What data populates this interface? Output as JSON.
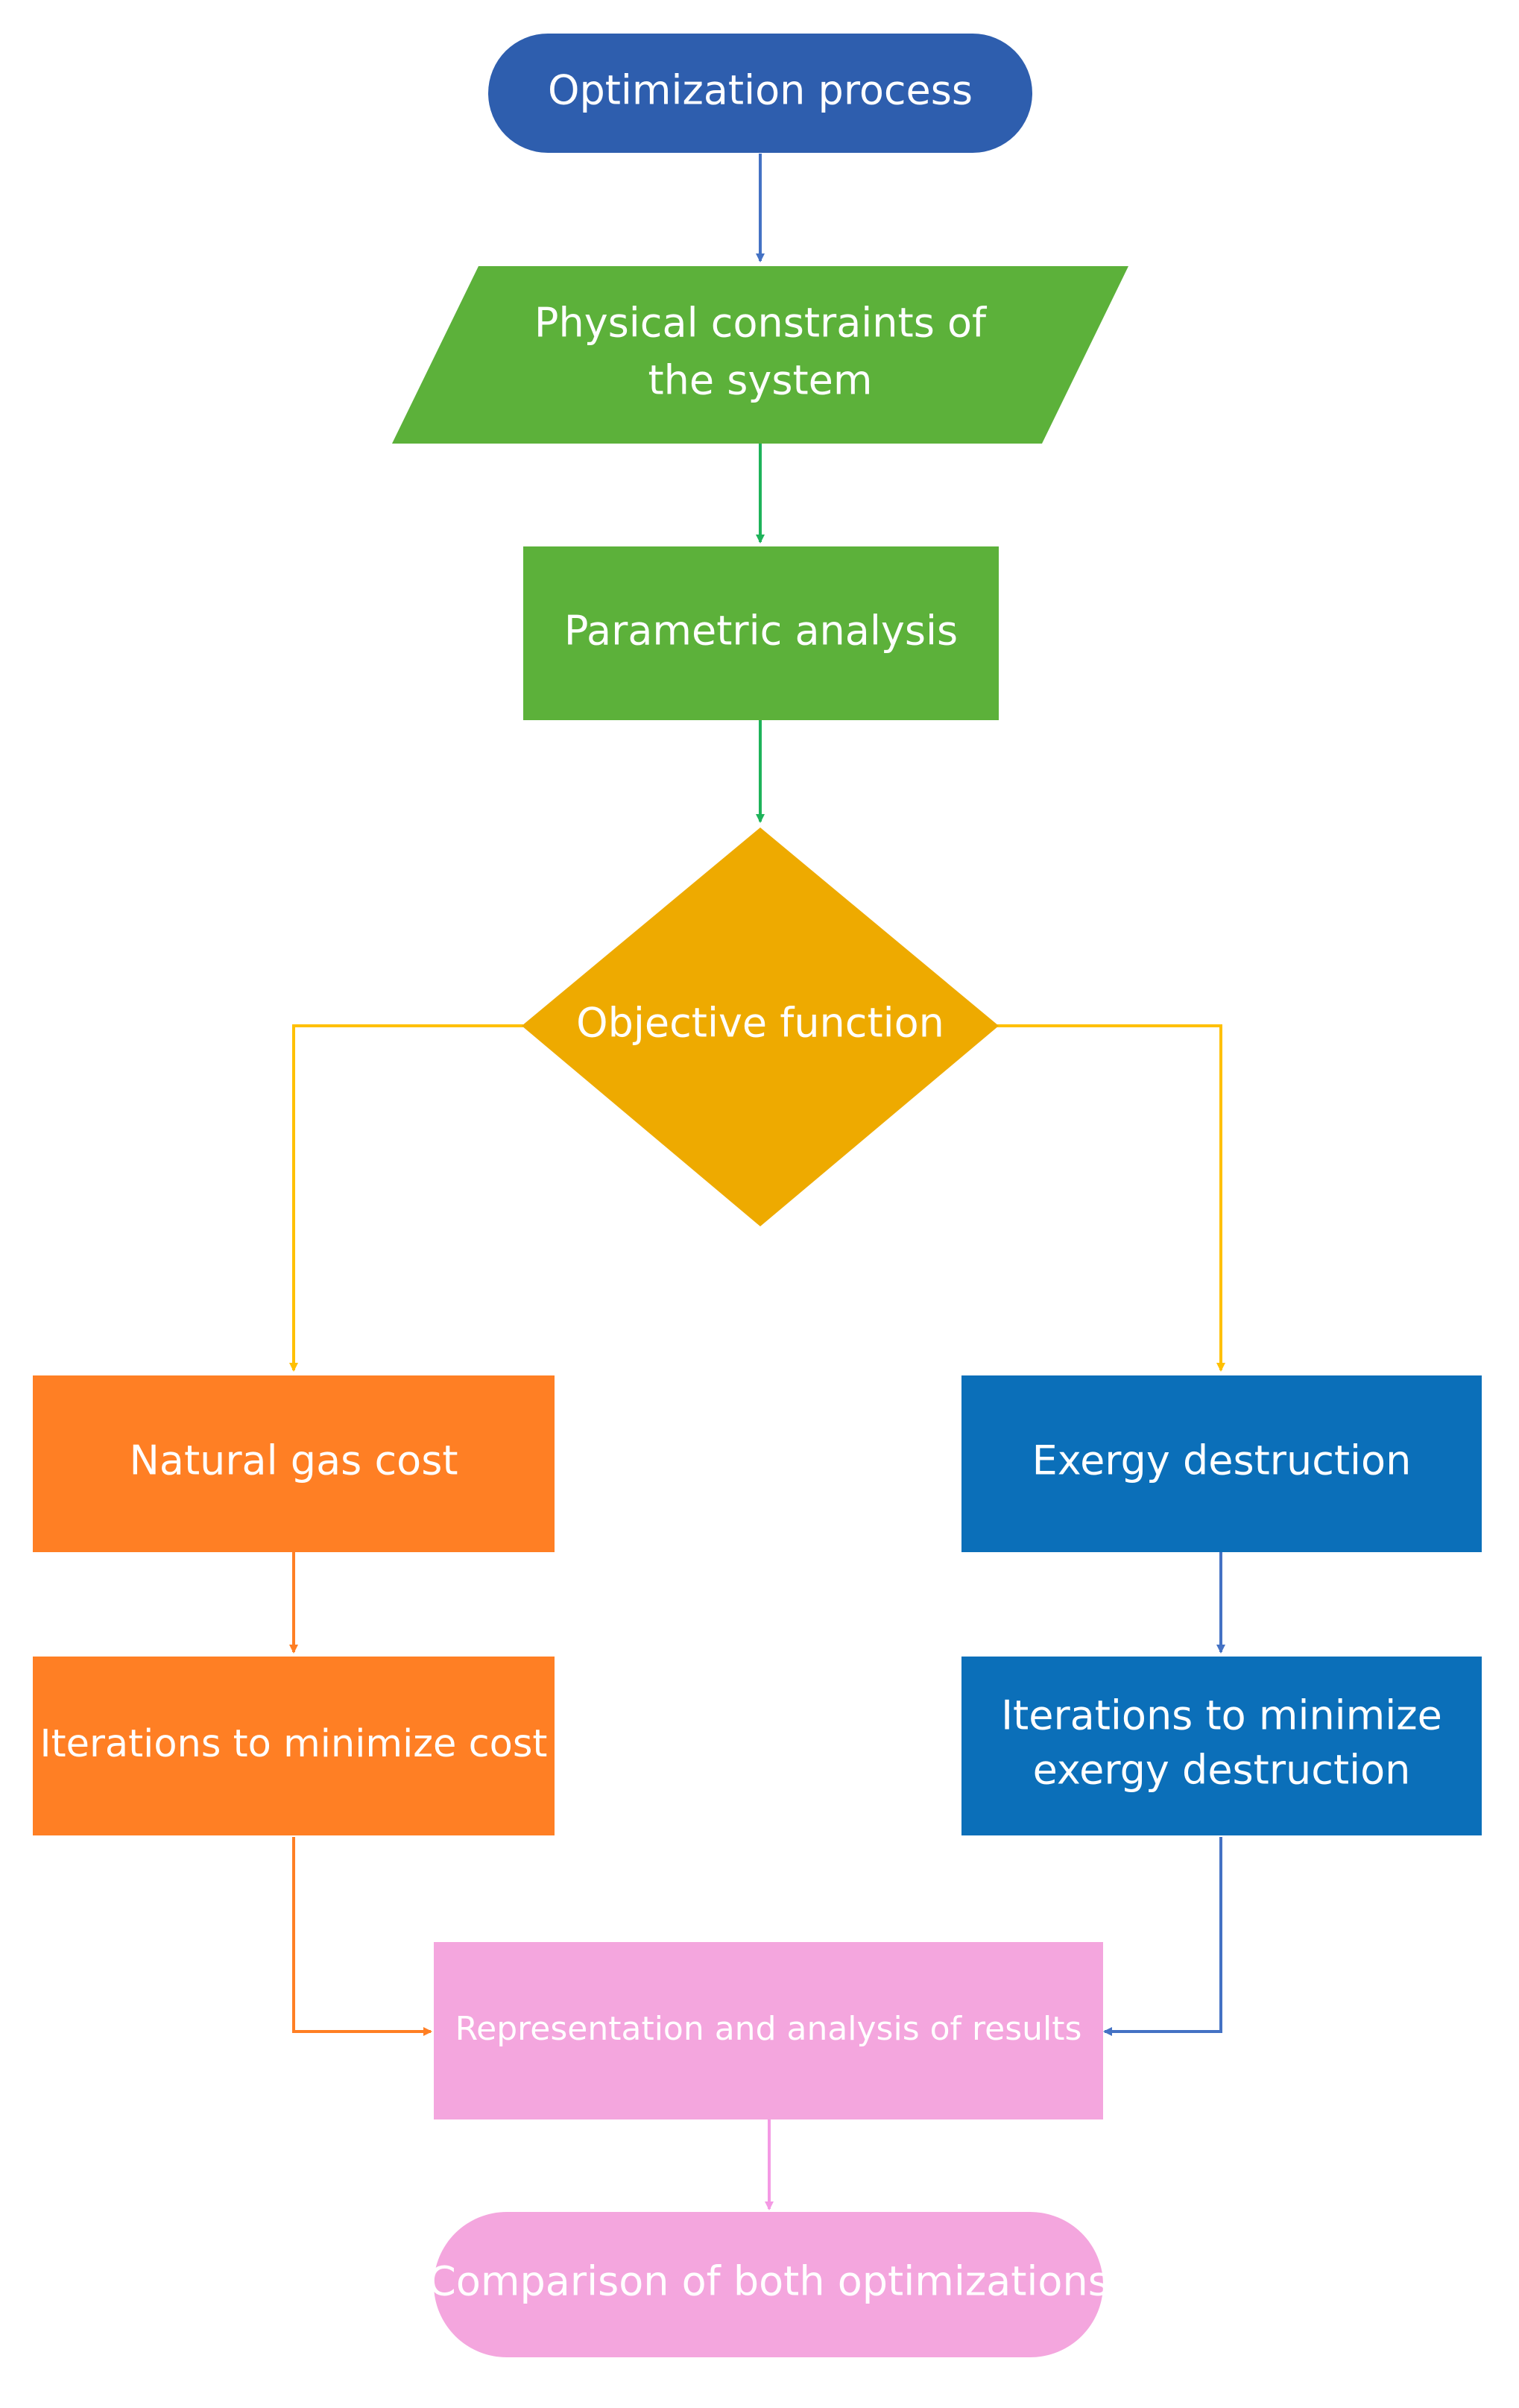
{
  "nodes": {
    "start": {
      "label": "Optimization process",
      "color": "#2E5EAE",
      "shape": "rounded-terminal"
    },
    "constraints": {
      "label_line1": "Physical constraints of",
      "label_line2": "the system",
      "color": "#5CB13A",
      "shape": "parallelogram"
    },
    "parametric": {
      "label": "Parametric analysis",
      "color": "#5CB13A",
      "shape": "rectangle"
    },
    "objective": {
      "label": "Objective function",
      "color": "#EEAA00",
      "shape": "diamond"
    },
    "gas_cost": {
      "label": "Natural gas cost",
      "color": "#FF7F24",
      "shape": "rectangle"
    },
    "iter_cost": {
      "label": "Iterations to minimize cost",
      "color": "#FF7F24",
      "shape": "rectangle"
    },
    "exergy": {
      "label": "Exergy destruction",
      "color": "#0B6FB9",
      "shape": "rectangle"
    },
    "iter_exergy": {
      "label_line1": "Iterations to minimize",
      "label_line2": "exergy destruction",
      "color": "#0B6FB9",
      "shape": "rectangle"
    },
    "results": {
      "label": "Representation and analysis of results",
      "color": "#F4A6DE",
      "shape": "rectangle"
    },
    "comparison": {
      "label": "Comparison of both optimizations",
      "color": "#F4A6DE",
      "shape": "rounded-terminal"
    }
  },
  "edge_colors": {
    "blue": "#4472C4",
    "green": "#1EB35A",
    "yellow": "#FFC000",
    "orange": "#FF7F24",
    "pink": "#F49AE4"
  }
}
